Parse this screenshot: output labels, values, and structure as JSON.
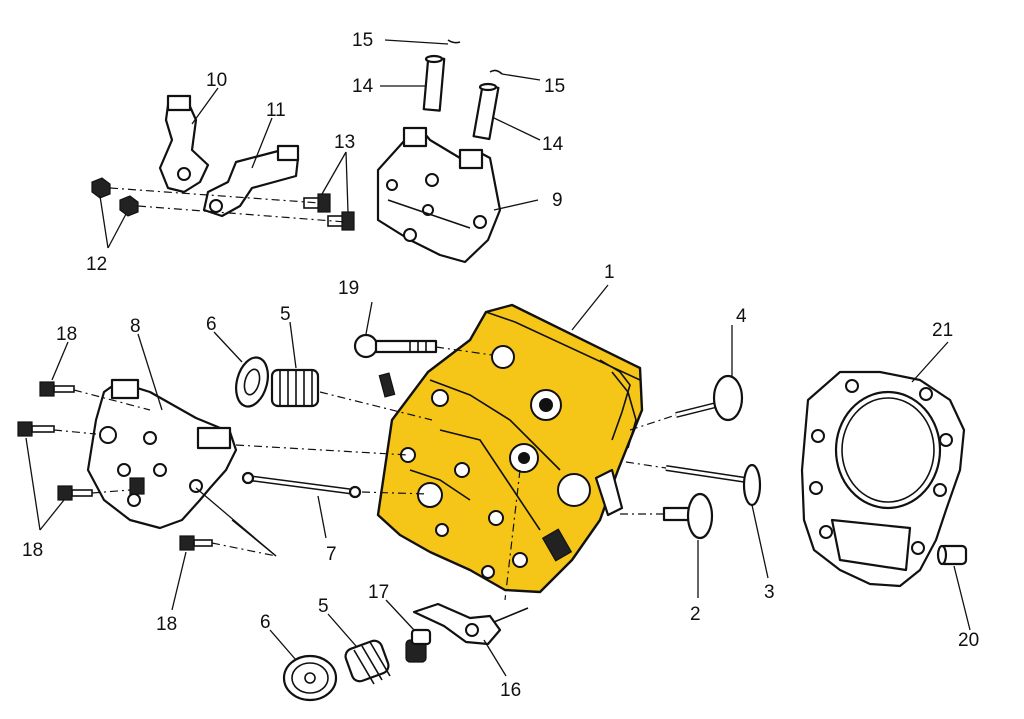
{
  "colors": {
    "cylinder_head": "#F5C518",
    "line": "#111111",
    "background": "#FFFFFF"
  },
  "callouts": {
    "c1": "1",
    "c2": "2",
    "c3": "3",
    "c4": "4",
    "c5a": "5",
    "c5b": "5",
    "c6a": "6",
    "c6b": "6",
    "c7": "7",
    "c8": "8",
    "c9": "9",
    "c10": "10",
    "c11": "11",
    "c12": "12",
    "c13": "13",
    "c14a": "14",
    "c14b": "14",
    "c15a": "15",
    "c15b": "15",
    "c16": "16",
    "c17": "17",
    "c18a": "18",
    "c18b": "18",
    "c18c": "18",
    "c19": "19",
    "c20": "20",
    "c21": "21"
  }
}
